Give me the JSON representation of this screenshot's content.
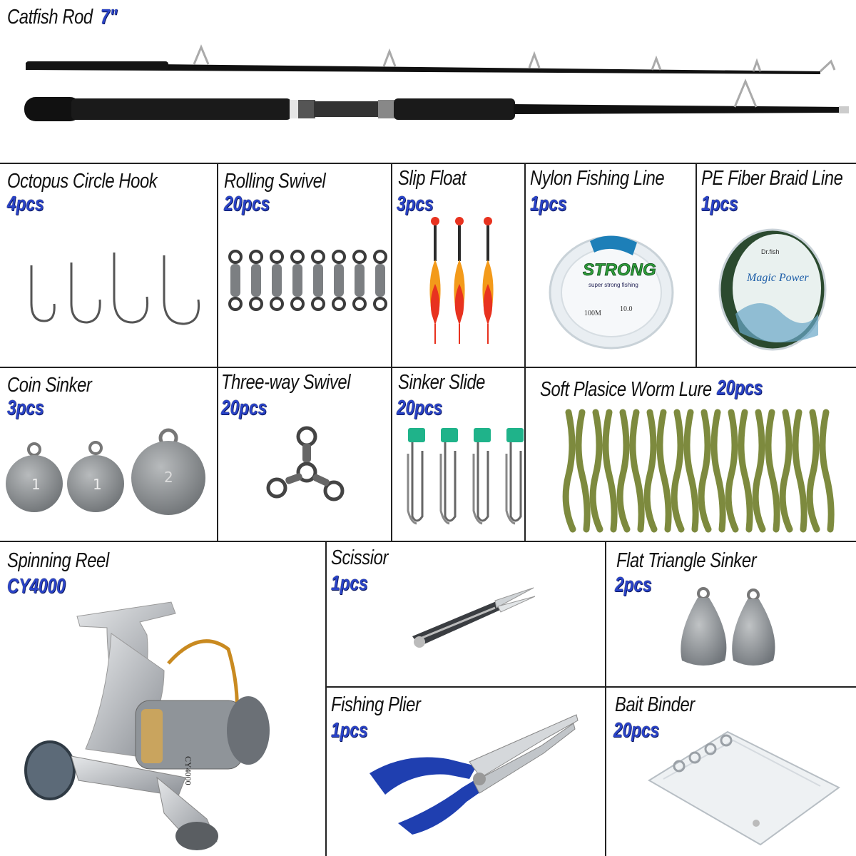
{
  "rod": {
    "label": "Catfish Rod",
    "qty": "7\""
  },
  "items": {
    "hook": {
      "label": "Octopus Circle Hook",
      "qty": "4pcs"
    },
    "swivel": {
      "label": "Rolling Swivel",
      "qty": "20pcs"
    },
    "float": {
      "label": "Slip Float",
      "qty": "3pcs"
    },
    "nylon": {
      "label": "Nylon Fishing Line",
      "qty": "1pcs",
      "brand": "STRONG",
      "sub": "super strong fishing",
      "len": "100M",
      "spec": "10.0"
    },
    "braid": {
      "label": "PE Fiber Braid Line",
      "qty": "1pcs",
      "brand": "Magic Power",
      "maker": "Dr.fish"
    },
    "coin": {
      "label": "Coin Sinker",
      "qty": "3pcs",
      "marks": [
        "1",
        "1",
        "2"
      ]
    },
    "threeway": {
      "label": "Three-way Swivel",
      "qty": "20pcs"
    },
    "slide": {
      "label": "Sinker Slide",
      "qty": "20pcs"
    },
    "worm": {
      "label": "Soft Plasice Worm Lure",
      "qty": "20pcs"
    },
    "reel": {
      "label": "Spinning Reel",
      "qty": "CY4000",
      "model": "CY4000"
    },
    "scissor": {
      "label": "Scissior",
      "qty": "1pcs"
    },
    "triangle": {
      "label": "Flat Triangle Sinker",
      "qty": "2pcs"
    },
    "plier": {
      "label": "Fishing Plier",
      "qty": "1pcs"
    },
    "binder": {
      "label": "Bait Binder",
      "qty": "20pcs"
    }
  },
  "colors": {
    "qty": "#2a43c8",
    "grid": "#222222",
    "worm": "#7d8a3e",
    "float_red": "#e8321f",
    "float_orange": "#f39a1a",
    "slide_teal": "#1fb38a",
    "plier_blue": "#1f3fb0"
  }
}
